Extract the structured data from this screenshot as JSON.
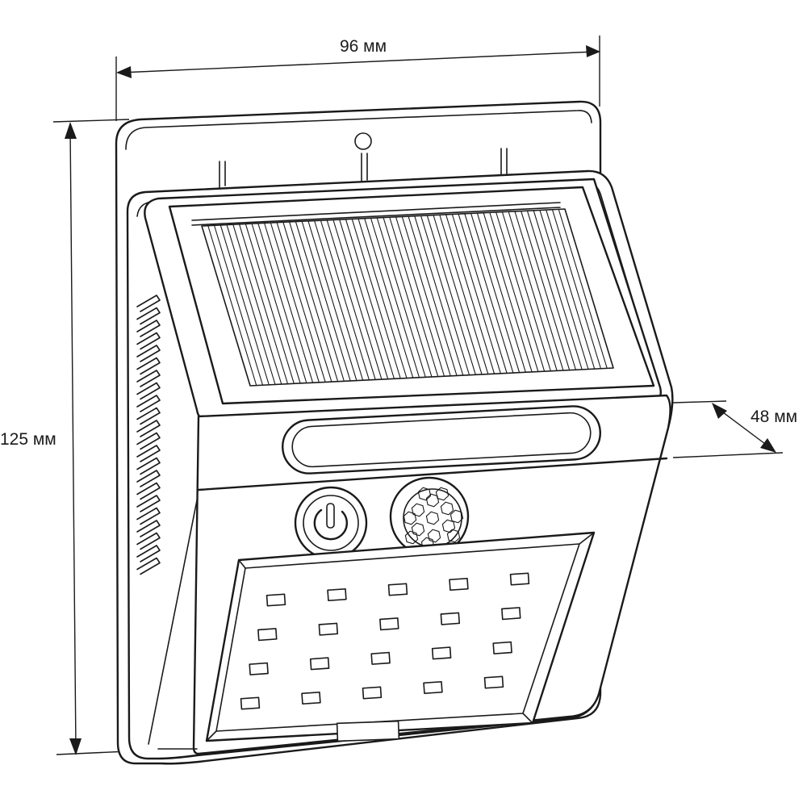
{
  "dimensions": {
    "width_label": "96 мм",
    "height_label": "125 мм",
    "depth_label": "48 мм"
  },
  "led_grid": {
    "rows": 4,
    "columns": 5
  },
  "colors": {
    "line": "#1a1a1a",
    "background": "#ffffff"
  }
}
